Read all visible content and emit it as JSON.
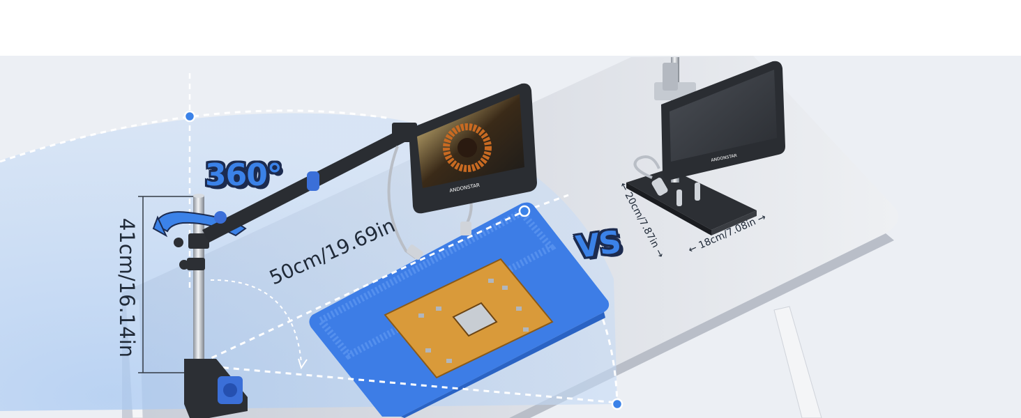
{
  "product": {
    "brand": "ANDONSTAR"
  },
  "badges": {
    "rotation": "360°",
    "versus": "VS"
  },
  "dimensions": {
    "stand_height": "41cm/16.14in",
    "arm_reach": "50cm/19.69in",
    "base_depth": "← 20cm/7.87in →",
    "base_width": "← 18cm/7.08in →"
  },
  "colors": {
    "accent_blue": "#3b82e8",
    "mat_blue": "#3d7de6",
    "badge_outline": "#1c2b4f",
    "pcb_gold": "#d99a3a",
    "table_grey": "#d9dde4"
  },
  "icons": [
    "rotation-arrow-icon",
    "measure-marker-icon"
  ]
}
